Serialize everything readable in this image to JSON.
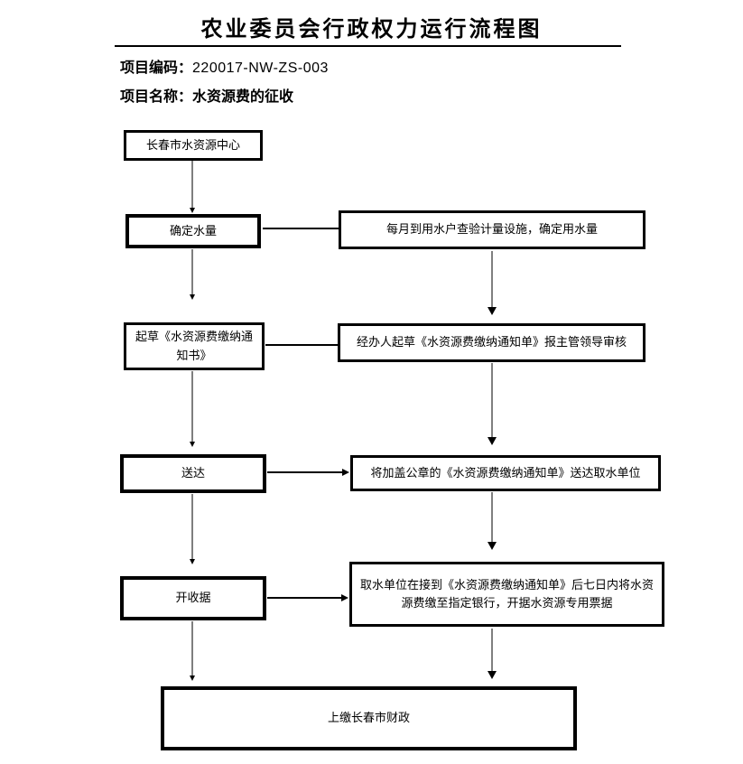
{
  "title": "农业委员会行政权力运行流程图",
  "meta": {
    "code_label": "项目编码：",
    "code_value": "220017-NW-ZS-003",
    "name_label": "项目名称：",
    "name_value": "水资源费的征收"
  },
  "flowchart": {
    "nodes": {
      "start": {
        "label": "长春市水资源中心"
      },
      "step1_left": {
        "label": "确定水量"
      },
      "step1_right": {
        "label": "每月到用水户查验计量设施，确定用水量"
      },
      "step2_left": {
        "label": "起草《水资源费缴纳通知书》"
      },
      "step2_right": {
        "label": "经办人起草《水资源费缴纳通知单》报主管领导审核"
      },
      "step3_left": {
        "label": "送达"
      },
      "step3_right": {
        "label": "将加盖公章的《水资源费缴纳通知单》送达取水单位"
      },
      "step4_left": {
        "label": "开收据"
      },
      "step4_right": {
        "label": "取水单位在接到《水资源费缴纳通知单》后七日内将水资源费缴至指定银行，开据水资源专用票据"
      },
      "end": {
        "label": "上缴长春市财政"
      }
    },
    "colors": {
      "background": "#ffffff",
      "box_border": "#000000",
      "connector_vertical": "#7f7f7f",
      "connector_horizontal": "#000000",
      "arrowhead": "#000000"
    }
  }
}
